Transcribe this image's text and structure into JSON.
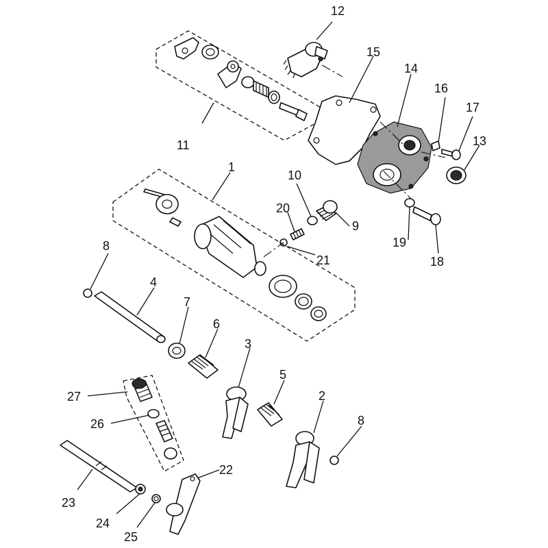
{
  "diagram": {
    "callouts": [
      {
        "id": "c1",
        "label": "1"
      },
      {
        "id": "c2",
        "label": "2"
      },
      {
        "id": "c3",
        "label": "3"
      },
      {
        "id": "c4",
        "label": "4"
      },
      {
        "id": "c5",
        "label": "5"
      },
      {
        "id": "c6",
        "label": "6"
      },
      {
        "id": "c7",
        "label": "7"
      },
      {
        "id": "c8a",
        "label": "8"
      },
      {
        "id": "c8b",
        "label": "8"
      },
      {
        "id": "c9",
        "label": "9"
      },
      {
        "id": "c10",
        "label": "10"
      },
      {
        "id": "c11",
        "label": "11"
      },
      {
        "id": "c12",
        "label": "12"
      },
      {
        "id": "c13",
        "label": "13"
      },
      {
        "id": "c14",
        "label": "14"
      },
      {
        "id": "c15",
        "label": "15"
      },
      {
        "id": "c16",
        "label": "16"
      },
      {
        "id": "c17",
        "label": "17"
      },
      {
        "id": "c18",
        "label": "18"
      },
      {
        "id": "c19",
        "label": "19"
      },
      {
        "id": "c20",
        "label": "20"
      },
      {
        "id": "c21",
        "label": "21"
      },
      {
        "id": "c22",
        "label": "22"
      },
      {
        "id": "c23",
        "label": "23"
      },
      {
        "id": "c24",
        "label": "24"
      },
      {
        "id": "c25",
        "label": "25"
      },
      {
        "id": "c26",
        "label": "26"
      },
      {
        "id": "c27",
        "label": "27"
      }
    ]
  }
}
